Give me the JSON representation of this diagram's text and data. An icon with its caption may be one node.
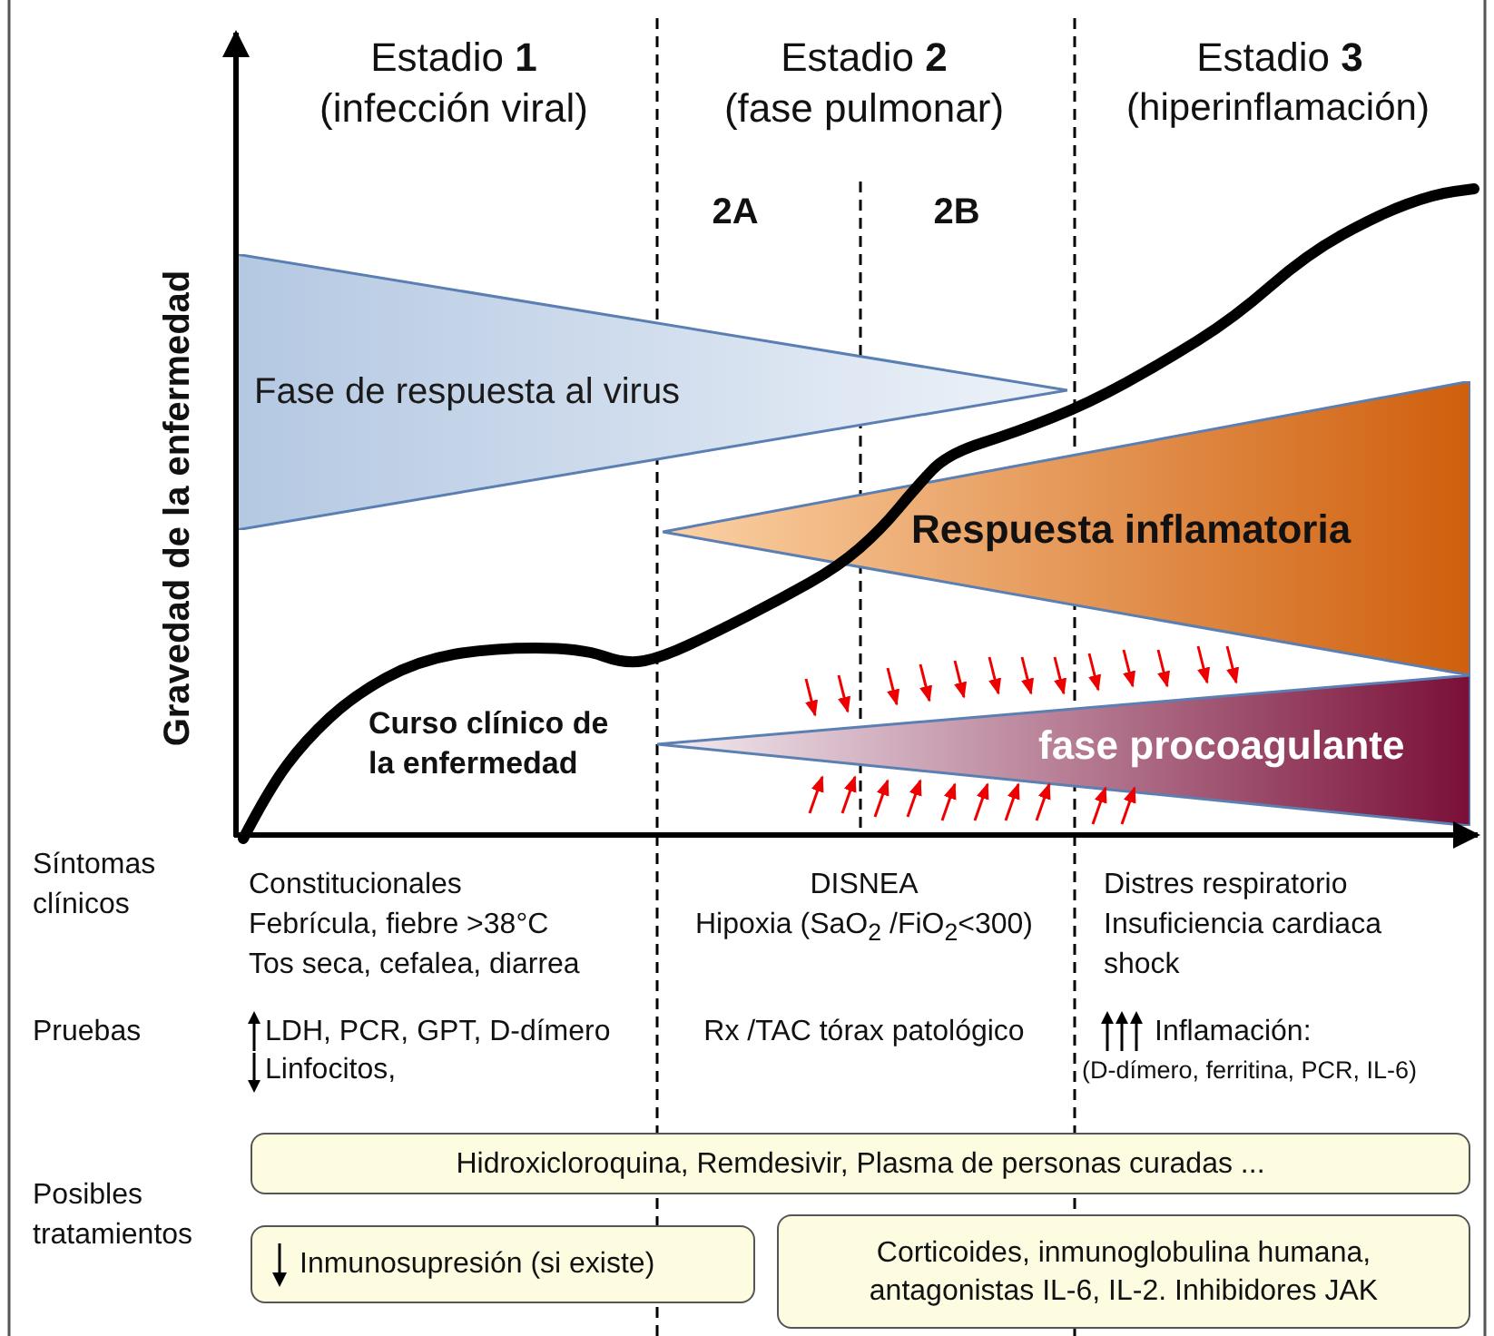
{
  "diagram": {
    "nodes": [
      {
        "text": [
          "Fase de respuesta al virus"
        ]
      },
      {
        "text": [
          "Respuesta inflamatoria"
        ]
      },
      {
        "text": [
          "fase procoagulante"
        ]
      },
      {
        "text": [
          "Hidroxicloroquina, Remdesivir, Plasma de personas curadas ..."
        ]
      },
      {
        "text": [
          "Inmunosupresión (si existe)"
        ]
      },
      {
        "text": [
          "Corticoides, inmunoglobulina humana, antagonistas IL-6, IL-2. Inhibidores JAK"
        ]
      }
    ],
    "labels": [
      "Estadio **1**",
      "(infección viral)",
      "Estadio **2**",
      "(fase pulmonar)",
      "Estadio **3**",
      "(hiperinflamación)",
      "2A",
      "2B",
      "Gravedad de la enfermedad",
      "Curso clínico de la enfermedad",
      "Síntomas clínicos",
      "Constitucionales",
      "Febrícula, fiebre >38°C",
      "Tos seca, cefalea, diarrea",
      "DISNEA",
      "Hipoxia (SaO$_{2}$ /FiO$_{2}$<300)",
      "Distres respiratorio",
      "Insuficiencia cardiaca",
      "shock",
      "Pruebas",
      "LDH, PCR, GPT, D-dímero",
      "Linfocitos,",
      "Rx /TAC tórax patológico",
      "Inflamación:",
      "(D-dímero, ferritina, PCR, IL-6)",
      "Posibles tratamientos"
    ]
  }
}
